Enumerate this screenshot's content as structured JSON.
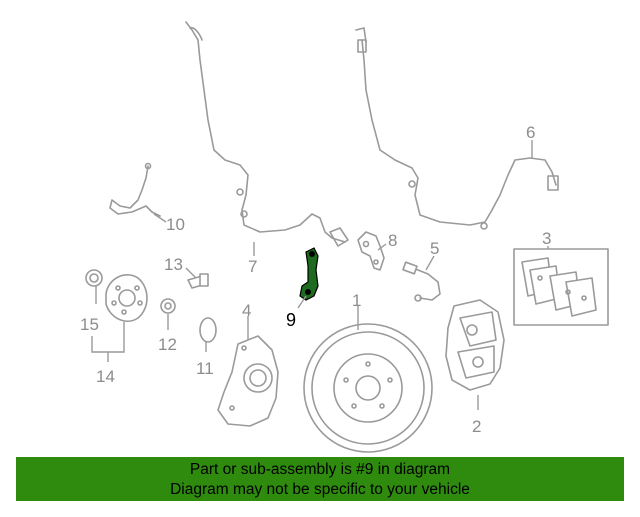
{
  "callouts": [
    "1",
    "2",
    "3",
    "4",
    "5",
    "6",
    "7",
    "8",
    "9",
    "10",
    "11",
    "12",
    "13",
    "14",
    "15"
  ],
  "highlight_color": "#2e8b0e",
  "banner": {
    "line1": "Part or sub-assembly is #9 in diagram",
    "line2": "Diagram may not be specific to your vehicle"
  }
}
